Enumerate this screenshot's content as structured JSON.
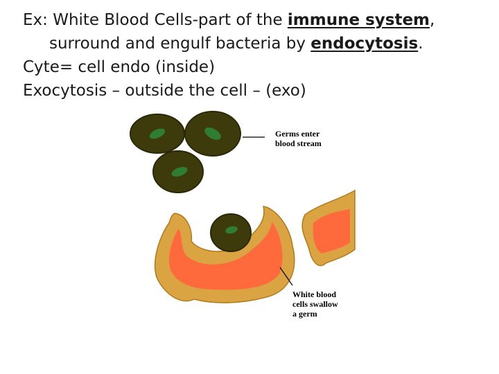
{
  "slide": {
    "line1_pre": "Ex: White Blood Cells-part of the ",
    "line1_term": "immune system",
    "line1_post": ",",
    "line2_pre": "surround and engulf bacteria by ",
    "line2_term": "endocytosis",
    "line2_post": ".",
    "line3": "Cyte= cell endo (inside)",
    "line4": "Exocytosis – outside the cell – (exo)"
  },
  "figure": {
    "label_germs_line1": "Germs enter",
    "label_germs_line2": "blood stream",
    "label_wbc_line1": "White blood",
    "label_wbc_line2": "cells swallow",
    "label_wbc_line3": "a germ",
    "colors": {
      "germ_body": "#3d3a0c",
      "germ_nucleus": "#2e7d32",
      "wbc_outer": "#d9a441",
      "wbc_inner": "#ff6a3d"
    }
  }
}
